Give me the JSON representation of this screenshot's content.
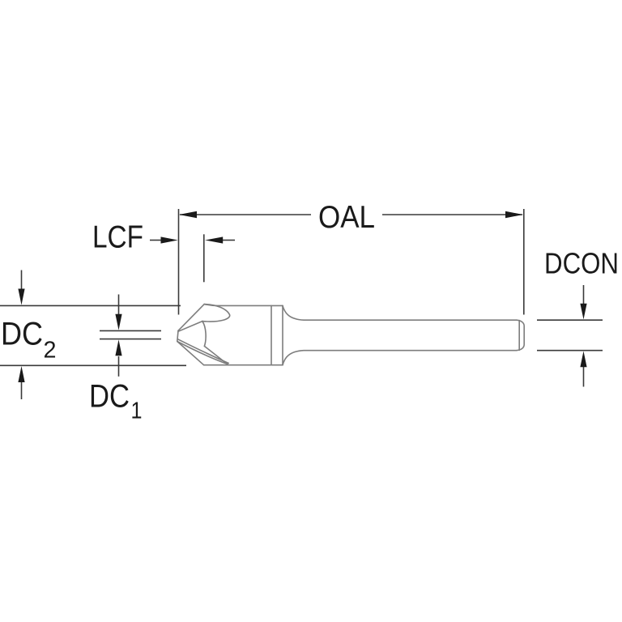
{
  "diagram": {
    "type": "technical-dimension-drawing",
    "subject": "countersink cutting tool, side view with dimension callouts",
    "labels": {
      "oal": "OAL",
      "lcf": "LCF",
      "dcon": "DCON",
      "dc2": {
        "base": "DC",
        "sub": "2"
      },
      "dc1": {
        "base": "DC",
        "sub": "1"
      }
    },
    "colors": {
      "background": "#ffffff",
      "tool_outline": "#7d7d7d",
      "dimension_lines": "#3a3a3a",
      "text": "#1a1a1a"
    }
  }
}
